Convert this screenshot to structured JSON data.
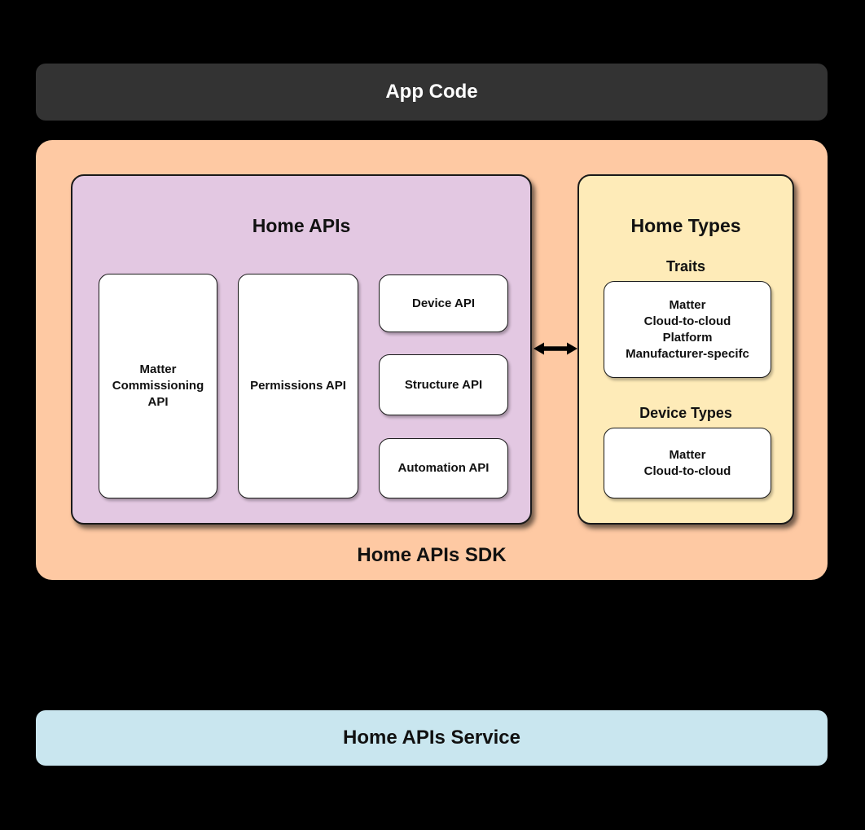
{
  "colors": {
    "background": "#000000",
    "app_code_bg": "#333333",
    "sdk_bg": "#fec9a3",
    "home_apis_bg": "#e3c8e2",
    "home_types_bg": "#feebb8",
    "service_bg": "#c9e6ef",
    "card_bg": "#ffffff",
    "text_dark": "#111111",
    "text_light": "#ffffff"
  },
  "app_code": {
    "label": "App Code"
  },
  "sdk": {
    "label": "Home APIs SDK",
    "home_apis": {
      "title": "Home APIs",
      "tall_boxes": [
        {
          "label": "Matter Commissioning API"
        },
        {
          "label": "Permissions API"
        }
      ],
      "small_boxes": [
        {
          "label": "Device API"
        },
        {
          "label": "Structure API"
        },
        {
          "label": "Automation API"
        }
      ]
    },
    "arrow": "bidirectional",
    "home_types": {
      "title": "Home Types",
      "traits": {
        "heading": "Traits",
        "lines": [
          "Matter",
          "Cloud-to-cloud",
          "Platform",
          "Manufacturer-specifc"
        ]
      },
      "device_types": {
        "heading": "Device Types",
        "lines": [
          "Matter",
          "Cloud-to-cloud"
        ]
      }
    }
  },
  "service": {
    "label": "Home APIs Service"
  }
}
